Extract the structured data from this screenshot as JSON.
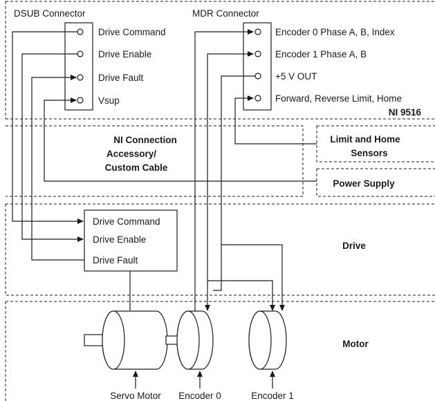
{
  "dsub": {
    "title": "DSUB Connector",
    "pins": [
      "Drive Command",
      "Drive Enable",
      "Drive Fault",
      "Vsup"
    ]
  },
  "mdr": {
    "title": "MDR Connector",
    "pins": [
      "Encoder 0 Phase A, B, Index",
      "Encoder 1 Phase A, B",
      "+5 V OUT",
      "Forward, Reverse Limit, Home"
    ]
  },
  "module": {
    "label": "NI 9516"
  },
  "accessory": {
    "line1": "NI Connection",
    "line2": "Accessory/",
    "line3": "Custom Cable"
  },
  "limits": {
    "line1": "Limit and Home",
    "line2": "Sensors"
  },
  "power": {
    "label": "Power Supply"
  },
  "drive": {
    "label": "Drive",
    "signals": [
      "Drive Command",
      "Drive Enable",
      "Drive Fault"
    ]
  },
  "motor": {
    "label": "Motor",
    "parts": [
      "Servo Motor",
      "Encoder 0",
      "Encoder 1"
    ]
  }
}
